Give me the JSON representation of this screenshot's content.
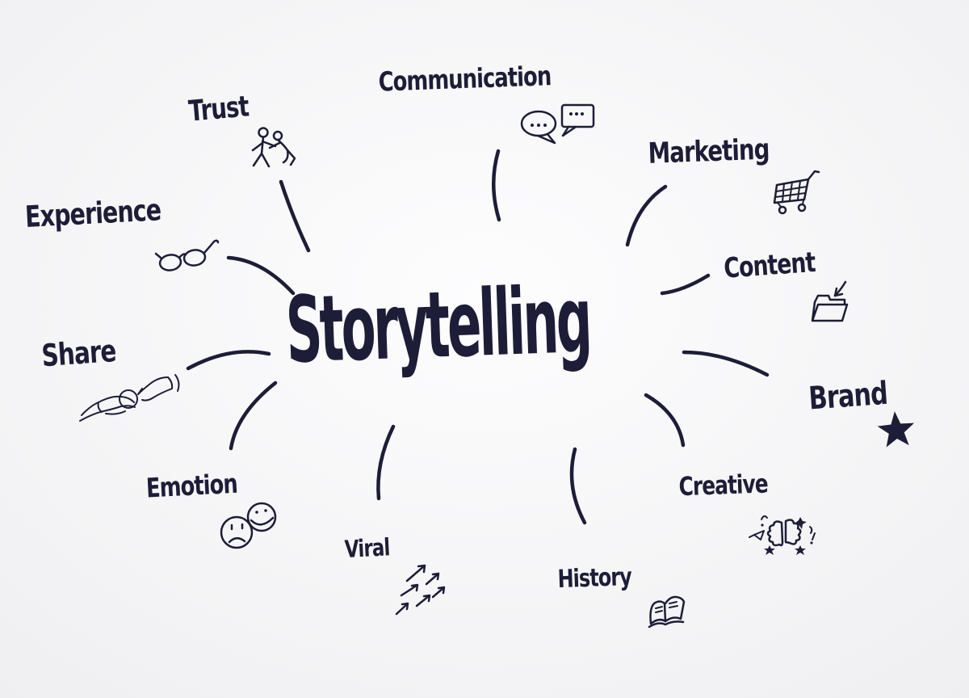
{
  "colors": {
    "ink": "#1d1d38",
    "background": "#f1f1f3"
  },
  "center": {
    "label": "Storytelling"
  },
  "branches": [
    {
      "id": "communication",
      "label": "Communication",
      "icon": "speech-bubbles-icon"
    },
    {
      "id": "trust",
      "label": "Trust",
      "icon": "stick-figures-icon"
    },
    {
      "id": "marketing",
      "label": "Marketing",
      "icon": "shopping-cart-icon"
    },
    {
      "id": "experience",
      "label": "Experience",
      "icon": "glasses-icon"
    },
    {
      "id": "content",
      "label": "Content",
      "icon": "folder-arrow-icon"
    },
    {
      "id": "share",
      "label": "Share",
      "icon": "hands-sharing-icon"
    },
    {
      "id": "brand",
      "label": "Brand",
      "icon": "star-icon"
    },
    {
      "id": "emotion",
      "label": "Emotion",
      "icon": "smiley-faces-icon"
    },
    {
      "id": "creative",
      "label": "Creative",
      "icon": "brain-sparks-icon"
    },
    {
      "id": "viral",
      "label": "Viral",
      "icon": "spread-arrows-icon"
    },
    {
      "id": "history",
      "label": "History",
      "icon": "open-book-icon"
    }
  ]
}
